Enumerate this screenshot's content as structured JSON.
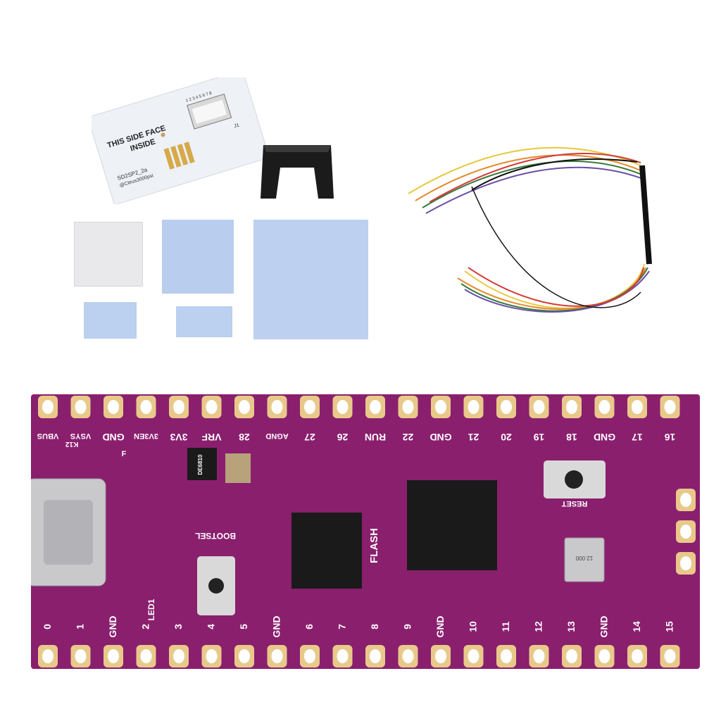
{
  "adapter": {
    "side_text_1": "THIS SIDE FACE",
    "side_text_2": "INSIDE",
    "model_text": "SD2SP2_2a",
    "credit_text": "@Citrus3000psi",
    "connector_label": "J1",
    "pin_numbers": "1 2 3 4 5 6 7 8"
  },
  "board": {
    "top_pins": [
      "VBUS",
      "VSYS",
      "GND",
      "3V3EN",
      "3V3",
      "VRF",
      "28",
      "AGND",
      "27",
      "26",
      "RUN",
      "22",
      "GND",
      "21",
      "20",
      "19",
      "18",
      "GND",
      "17",
      "16"
    ],
    "bottom_pins": [
      "0",
      "1",
      "GND",
      "2",
      "3",
      "4",
      "5",
      "GND",
      "6",
      "7",
      "8",
      "9",
      "GND",
      "10",
      "11",
      "12",
      "13",
      "GND",
      "14",
      "15"
    ],
    "labels": {
      "bootsel": "BOOTSEL",
      "reset": "RESET",
      "flash": "FLASH",
      "led": "LED1",
      "diode": "K12",
      "fuse": "F",
      "ldo": "DE6810",
      "crystal": "12.000"
    }
  },
  "colors": {
    "pcb": "#8a1f6e",
    "pad_gold": "#e8c98a",
    "thermal_pad_blue": "#b8cdee",
    "thermal_pad_white": "#e9e9ec"
  }
}
